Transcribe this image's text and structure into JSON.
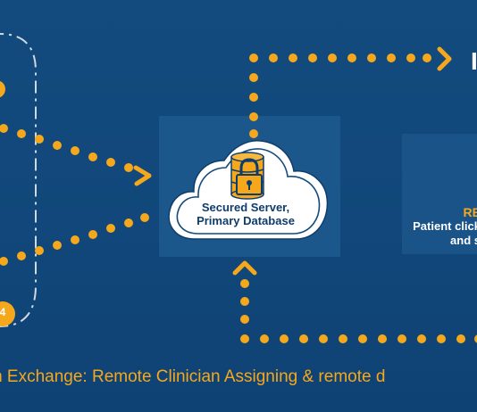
{
  "cloud": {
    "line1": "Secured Server,",
    "line2": "Primary Database"
  },
  "right_panel": {
    "heading": "RE",
    "line1": "Patient click",
    "line2": "and s"
  },
  "right_letter": "I",
  "left_badge": "4",
  "caption": "tion Exchange: Remote Clinician Assigning & remote d",
  "icons": {
    "cloud": "cloud-icon",
    "database": "database-icon",
    "lock": "padlock-icon",
    "arrow": "arrowhead-icon"
  },
  "colors": {
    "background": "#124a7c",
    "accent": "#f5a81c",
    "cloud_fill": "#ffffff",
    "cloud_text": "#0f3d6b",
    "panel": "#1c578c"
  }
}
